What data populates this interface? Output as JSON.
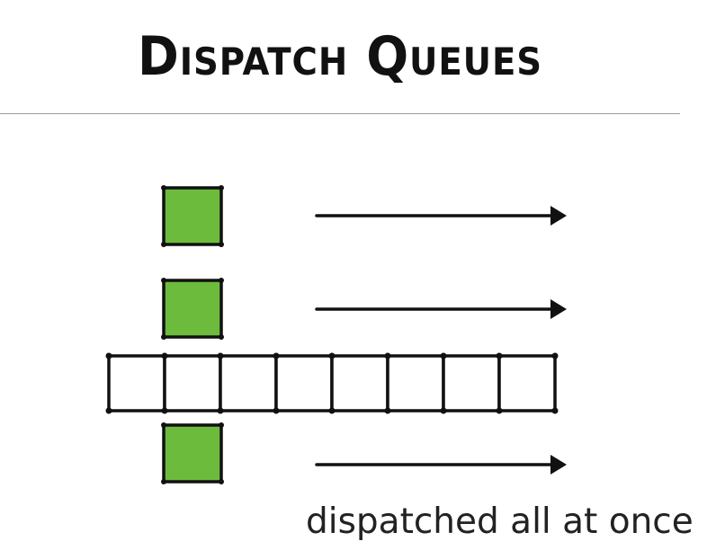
{
  "title": "Dispatch Queues",
  "caption": "dispatched all at once",
  "colors": {
    "task_fill": "#6cbb3c",
    "stroke": "#111111",
    "rule": "#9a9a9a"
  },
  "queue": {
    "slots": 8
  },
  "dispatched_tasks": 3
}
